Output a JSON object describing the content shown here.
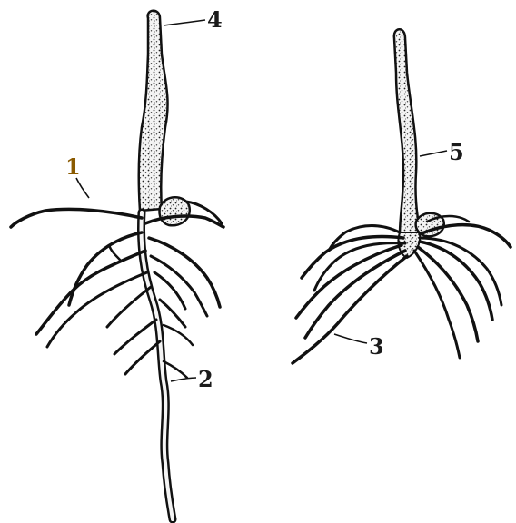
{
  "figure": {
    "labels": {
      "one": "1",
      "two": "2",
      "three": "3",
      "four": "4",
      "five": "5"
    },
    "colors": {
      "ink": "#111111",
      "label_dark": "#1b1b1b",
      "label_orange": "#8a5a00",
      "stem_fill": "#f4f4f4"
    }
  }
}
